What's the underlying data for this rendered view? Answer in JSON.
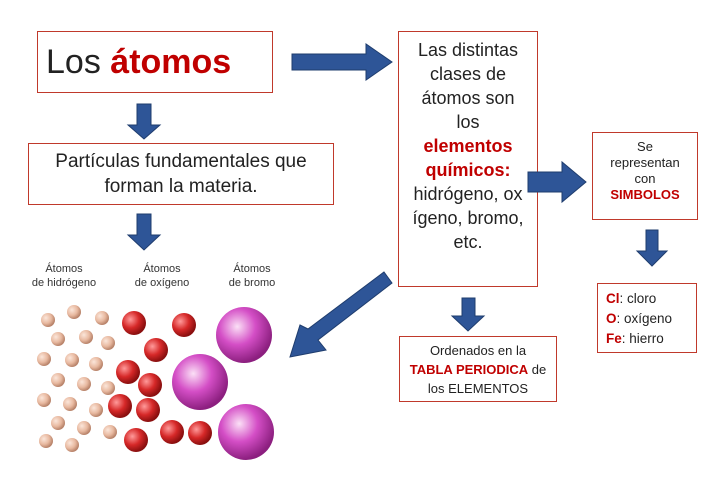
{
  "title": {
    "prefix": "Los",
    "highlight": "átomos"
  },
  "particles": {
    "line1": "Partículas fundamentales que",
    "line2": "forman la materia."
  },
  "classes": {
    "line1": "Las distintas",
    "line2": "clases de",
    "line3": "átomos son",
    "line4": "los",
    "highlight1": "elementos",
    "highlight2": "químicos:",
    "line5": "hidrógeno, ox",
    "line6": "ígeno, bromo,",
    "line7": "etc."
  },
  "symbols": {
    "line1": "Se",
    "line2": "representan",
    "line3": "con",
    "highlight": "SIMBOLOS"
  },
  "examples": [
    {
      "symbol": "Cl",
      "name": ": cloro"
    },
    {
      "symbol": "O",
      "name": ": oxígeno"
    },
    {
      "symbol": "Fe",
      "name": ": hierro"
    }
  ],
  "periodic": {
    "line1": "Ordenados en la",
    "highlight": "TABLA PERIODICA",
    "suffix": " de",
    "line3": "los ELEMENTOS"
  },
  "atom_labels": {
    "hydrogen": {
      "line1": "Átomos",
      "line2": "de hidrógeno"
    },
    "oxygen": {
      "line1": "Átomos",
      "line2": "de oxígeno"
    },
    "bromine": {
      "line1": "Átomos",
      "line2": "de bromo"
    }
  },
  "colors": {
    "border": "#c0392b",
    "accent": "#c00000",
    "arrow": "#2e5597",
    "hydrogen": "#e8b9a0",
    "oxygen": "#d62828",
    "bromine": "#d44ec6"
  }
}
